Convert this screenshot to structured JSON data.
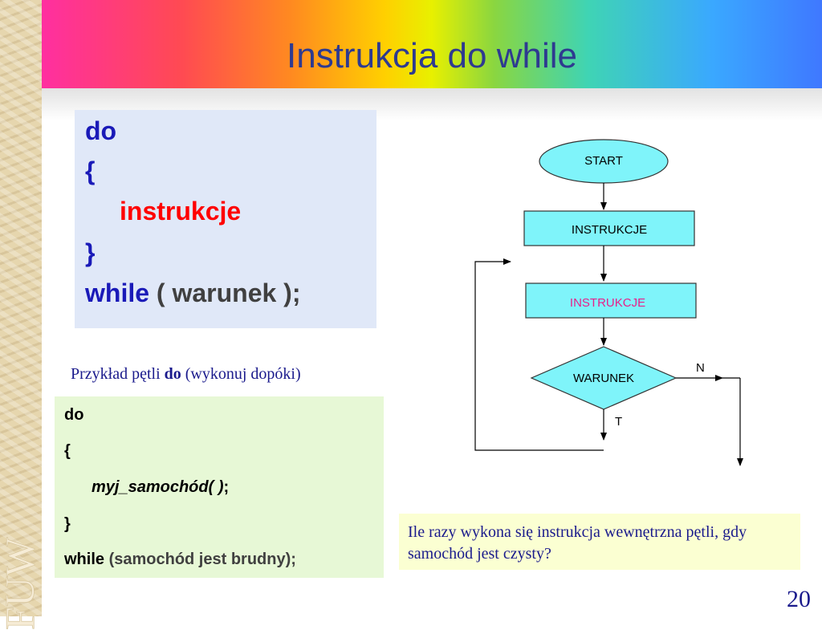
{
  "slide": {
    "title": "Instrukcja do while",
    "logo_text": "FUW",
    "page_number": "20"
  },
  "syntax": {
    "kw_do": "do",
    "open_brace": "{",
    "body": "instrukcje",
    "close_brace": "}",
    "kw_while": "while",
    "condition": "( warunek );"
  },
  "example": {
    "caption_prefix": "Przykład pętli ",
    "caption_kw": "do",
    "caption_suffix": " (wykonuj dopóki)",
    "line_do": "do",
    "open_brace": "{",
    "call": "myj_samochód( )",
    "call_end": ";",
    "close_brace": "}",
    "kw_while": "while",
    "condition": " (samochód jest brudny);"
  },
  "flowchart": {
    "start": "START",
    "step1": "INSTRUKCJE",
    "step2": "INSTRUKCJE",
    "decision": "WARUNEK",
    "branch_no": "N",
    "branch_yes": "T"
  },
  "question": {
    "text": "Ile razy wykona się instrukcja wewnętrzna pętli, gdy samochód jest czysty?"
  },
  "colors": {
    "title": "#2e3a90",
    "keyword": "#1a1ab8",
    "highlight": "#ff0000",
    "flow_fill": "#7ff4fa",
    "flow_pink_text": "#e8208a"
  }
}
